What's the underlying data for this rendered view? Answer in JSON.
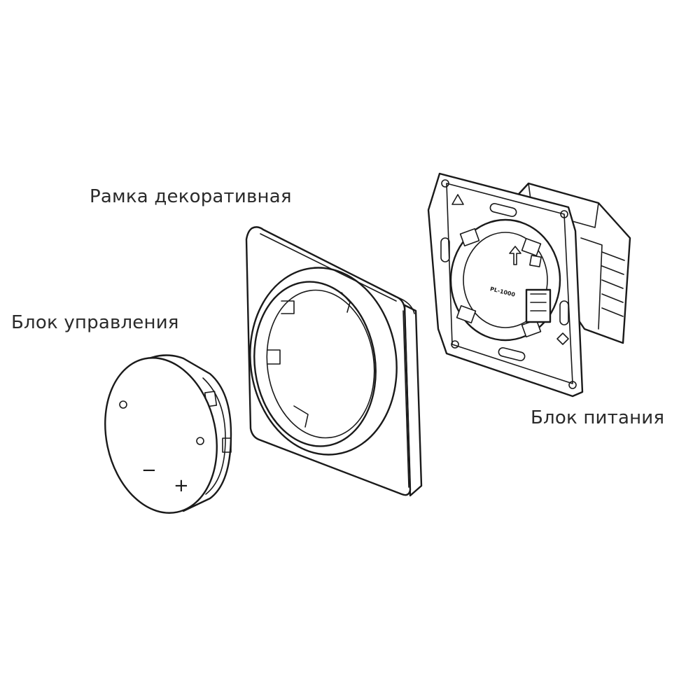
{
  "labels": {
    "frame": "Рамка декоративная",
    "control_unit": "Блок управления",
    "power_unit": "Блок питания"
  },
  "control_buttons": {
    "minus": "−",
    "plus": "+"
  },
  "power_unit_marking": "PL-1000"
}
